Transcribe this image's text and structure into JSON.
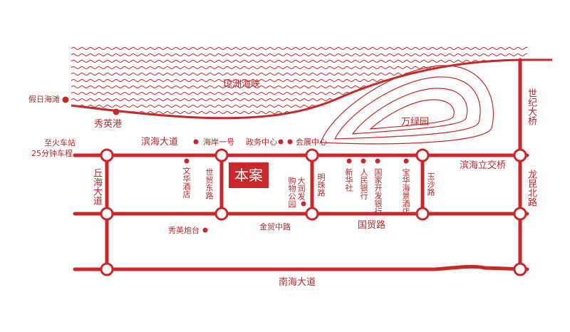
{
  "colors": {
    "road": "#c8282a",
    "text": "#b52a2a",
    "accent": "#c8282a",
    "background": "#ffffff"
  },
  "water": {
    "strait": "琼洲海峡",
    "park": "万绿园"
  },
  "project": "本案",
  "places": {
    "holiday_beach": "假日海滩",
    "xiuying_port": "秀英港",
    "train_station_line1": "至火车站",
    "train_station_line2": "25分钟车程",
    "haian_no1": "海岸一号",
    "gov_center": "政务中心",
    "expo_center": "会展中心",
    "wenhua_hotel": "文华酒店",
    "dadun_mall": "大润发购物公园",
    "xinhua_agency": "新华社",
    "peoples_bank": "人民银行",
    "dev_bank": "国家开发银行",
    "baohua_hotel": "宝华海景酒店",
    "xiuying_fort": "秀英炮台"
  },
  "roads": {
    "binhai_avenue": "滨海大道",
    "shiji_bridge": "世纪大桥",
    "binhai_overpass": "滨海立交桥",
    "qiuhai_avenue": "丘海大道",
    "shimao_east": "世贸东路",
    "mingzhu_road": "明珠路",
    "yusha_road": "玉沙路",
    "longkun_north": "龙昆北路",
    "jinmao_middle": "金贸中路",
    "guomao_road": "国贸路",
    "nanhai_avenue": "南海大道"
  }
}
